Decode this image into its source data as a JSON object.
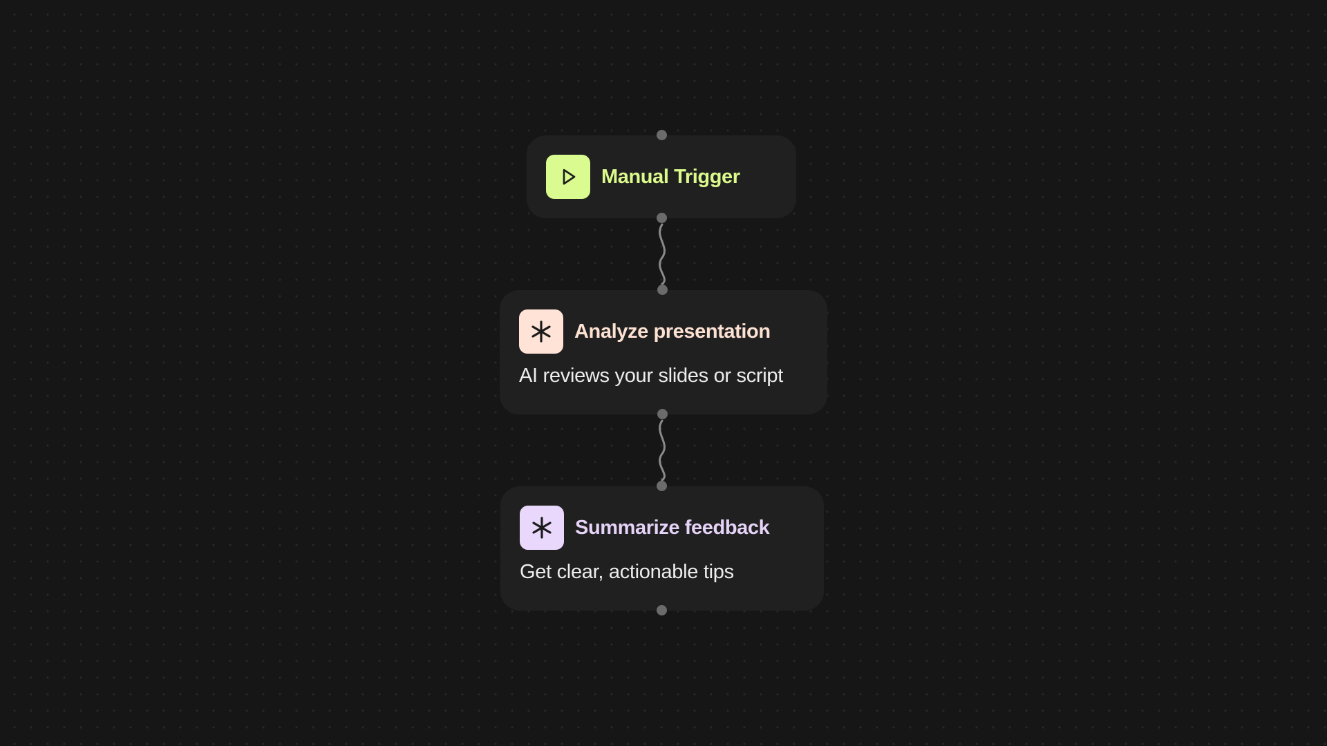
{
  "workflow": {
    "nodes": [
      {
        "title": "Manual Trigger",
        "description": "",
        "icon": "play-icon",
        "icon_bg": "#d9fb8f",
        "title_color": "#dcfa8c"
      },
      {
        "title": "Analyze presentation",
        "description": "AI reviews your slides or script",
        "icon": "asterisk-icon",
        "icon_bg": "#ffe3d6",
        "title_color": "#fde2d3"
      },
      {
        "title": "Summarize feedback",
        "description": "Get clear, actionable tips",
        "icon": "asterisk-icon",
        "icon_bg": "#e9d8fb",
        "title_color": "#e6d3f8"
      }
    ],
    "connector_color": "#8a8a8a",
    "port_color": "#6b6b6b",
    "background": "#161616"
  }
}
